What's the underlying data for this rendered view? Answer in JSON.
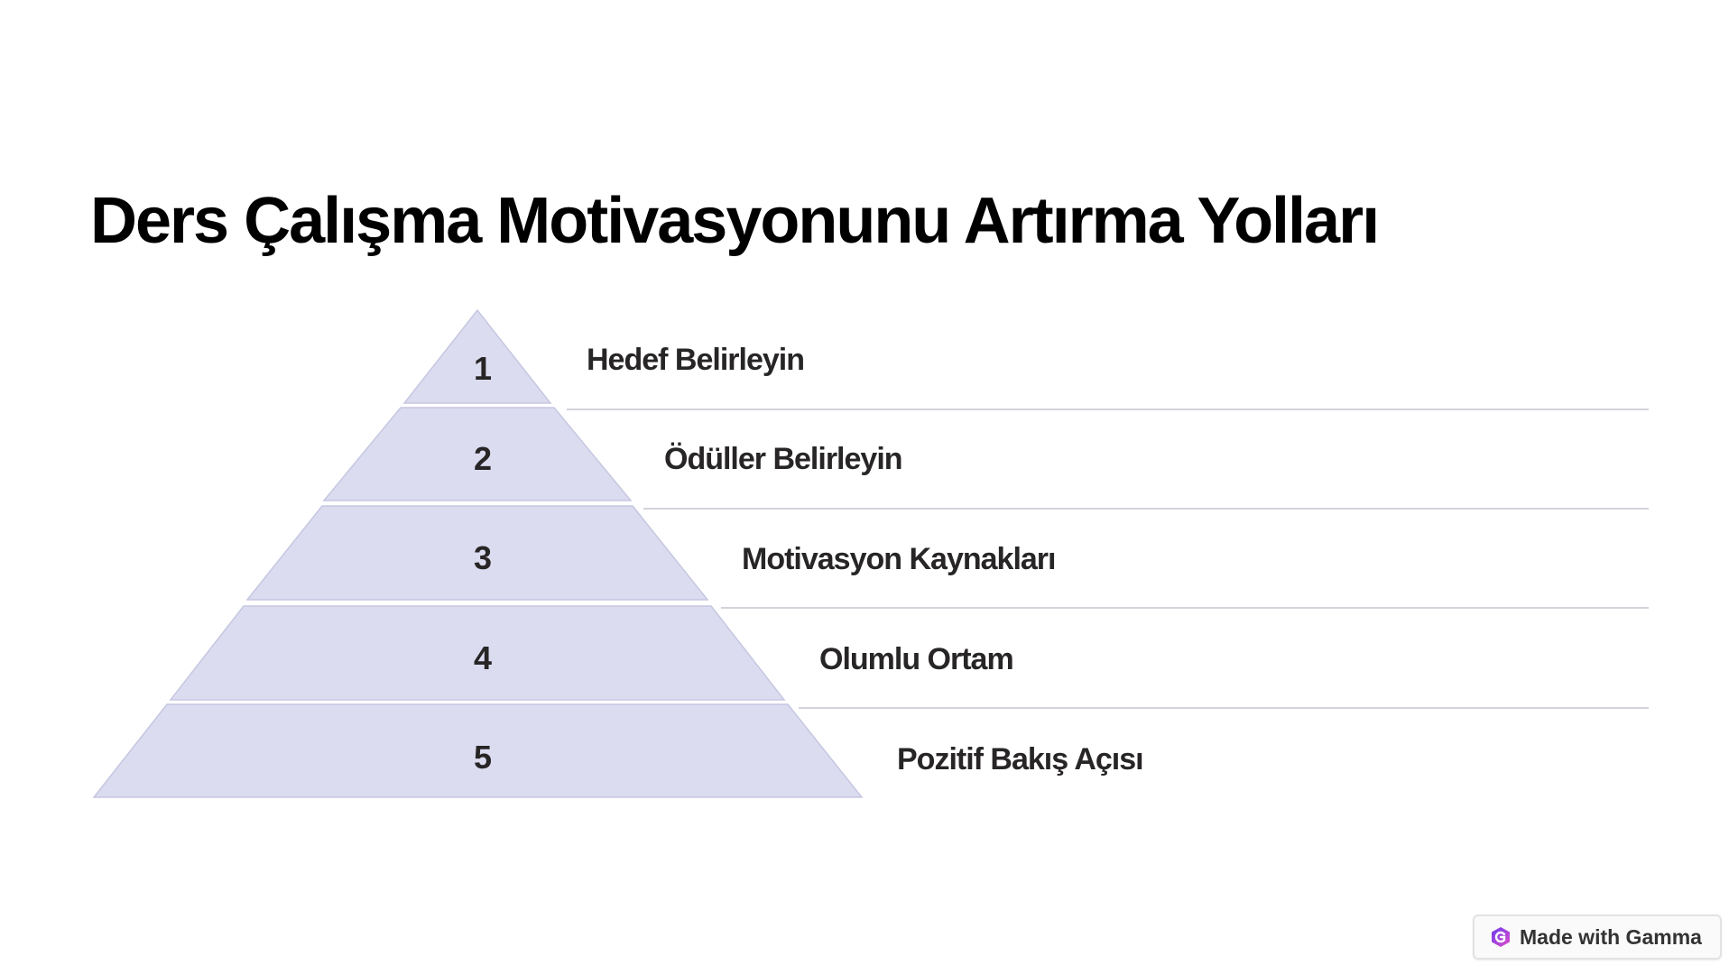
{
  "title": "Ders Çalışma Motivasyonunu Artırma Yolları",
  "pyramid": {
    "fill_color": "#dbdcf0",
    "stroke_color": "#c6c7e0",
    "tiers": [
      {
        "number": "1",
        "label": "Hedef Belirleyin"
      },
      {
        "number": "2",
        "label": "Ödüller Belirleyin"
      },
      {
        "number": "3",
        "label": "Motivasyon Kaynakları"
      },
      {
        "number": "4",
        "label": "Olumlu Ortam"
      },
      {
        "number": "5",
        "label": "Pozitif Bakış Açısı"
      }
    ]
  },
  "badge": {
    "label": "Made with Gamma",
    "icon": "gamma-logo-icon"
  }
}
